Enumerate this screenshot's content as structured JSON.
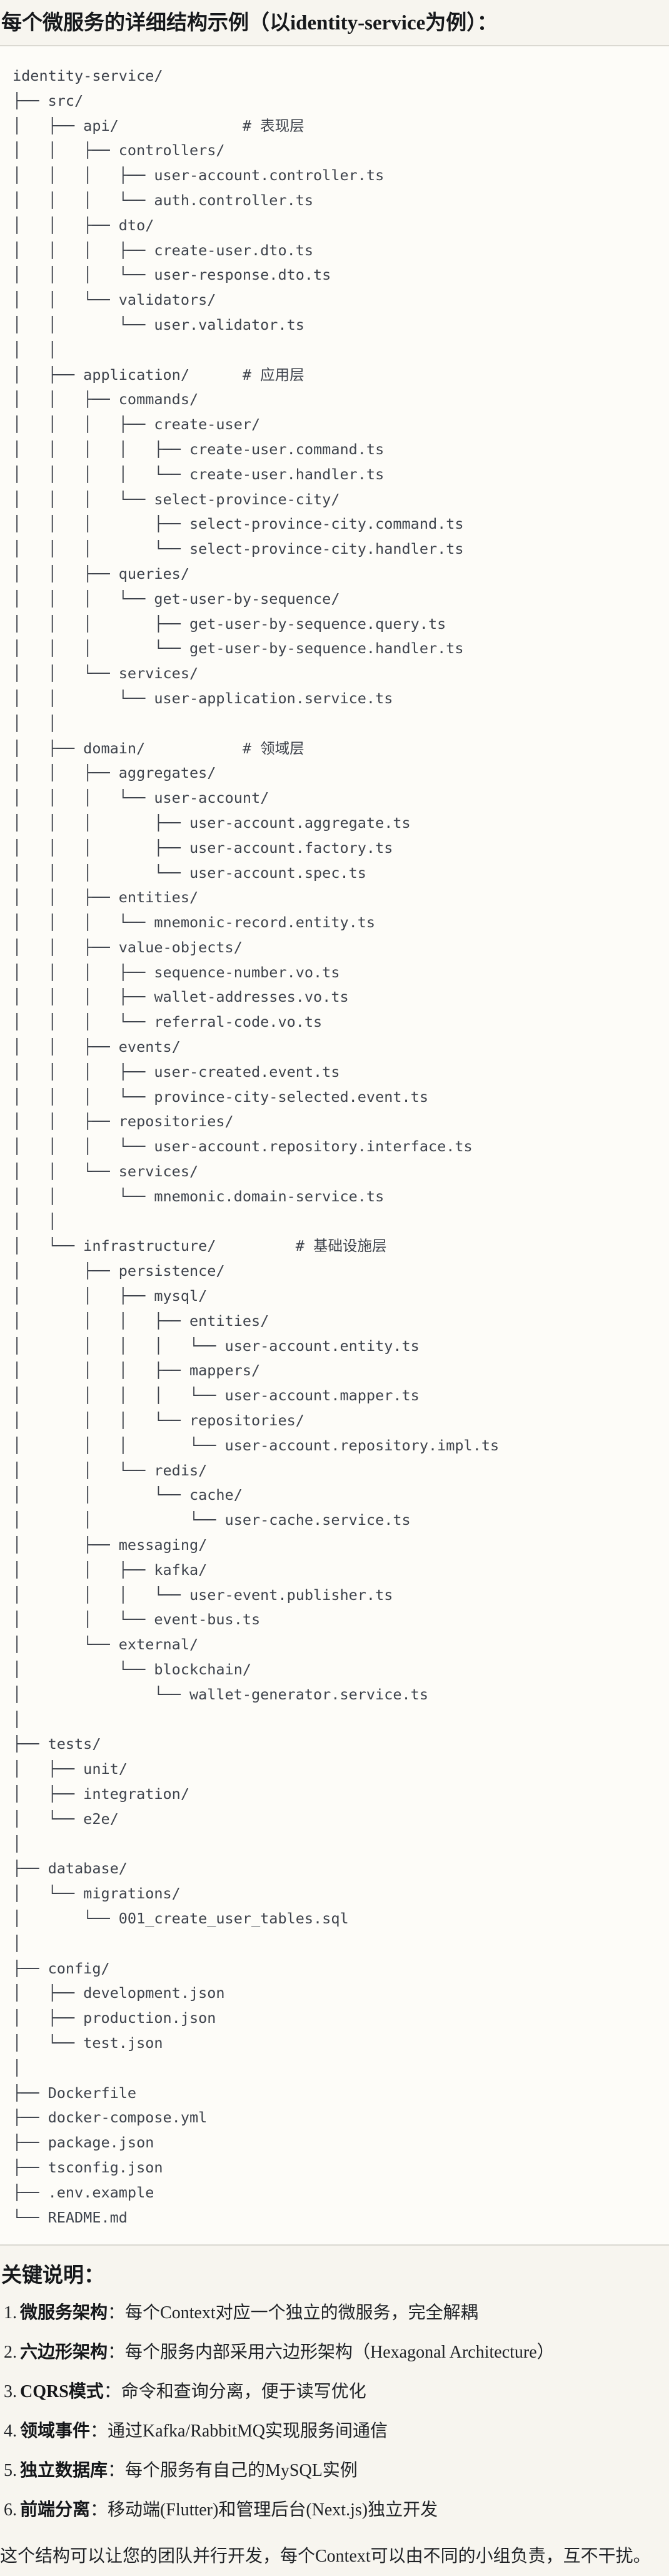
{
  "page": {
    "title": "每个微服务的详细结构示例（以identity-service为例）：",
    "notes_title": "关键说明：",
    "closing_note": "这个结构可以让您的团队并行开发，每个Context可以由不同的小组负责，互不干扰。"
  },
  "code_block": {
    "root": "identity-service/",
    "layer_comments": [
      "# 表现层",
      "# 应用层",
      "# 领域层",
      "# 基础设施层"
    ],
    "lines": [
      "identity-service/",
      "├── src/",
      "│   ├── api/              # 表现层",
      "│   │   ├── controllers/",
      "│   │   │   ├── user-account.controller.ts",
      "│   │   │   └── auth.controller.ts",
      "│   │   ├── dto/",
      "│   │   │   ├── create-user.dto.ts",
      "│   │   │   └── user-response.dto.ts",
      "│   │   └── validators/",
      "│   │       └── user.validator.ts",
      "│   │",
      "│   ├── application/      # 应用层",
      "│   │   ├── commands/",
      "│   │   │   ├── create-user/",
      "│   │   │   │   ├── create-user.command.ts",
      "│   │   │   │   └── create-user.handler.ts",
      "│   │   │   └── select-province-city/",
      "│   │   │       ├── select-province-city.command.ts",
      "│   │   │       └── select-province-city.handler.ts",
      "│   │   ├── queries/",
      "│   │   │   └── get-user-by-sequence/",
      "│   │   │       ├── get-user-by-sequence.query.ts",
      "│   │   │       └── get-user-by-sequence.handler.ts",
      "│   │   └── services/",
      "│   │       └── user-application.service.ts",
      "│   │",
      "│   ├── domain/           # 领域层",
      "│   │   ├── aggregates/",
      "│   │   │   └── user-account/",
      "│   │   │       ├── user-account.aggregate.ts",
      "│   │   │       ├── user-account.factory.ts",
      "│   │   │       └── user-account.spec.ts",
      "│   │   ├── entities/",
      "│   │   │   └── mnemonic-record.entity.ts",
      "│   │   ├── value-objects/",
      "│   │   │   ├── sequence-number.vo.ts",
      "│   │   │   ├── wallet-addresses.vo.ts",
      "│   │   │   └── referral-code.vo.ts",
      "│   │   ├── events/",
      "│   │   │   ├── user-created.event.ts",
      "│   │   │   └── province-city-selected.event.ts",
      "│   │   ├── repositories/",
      "│   │   │   └── user-account.repository.interface.ts",
      "│   │   └── services/",
      "│   │       └── mnemonic.domain-service.ts",
      "│   │",
      "│   └── infrastructure/         # 基础设施层",
      "│       ├── persistence/",
      "│       │   ├── mysql/",
      "│       │   │   ├── entities/",
      "│       │   │   │   └── user-account.entity.ts",
      "│       │   │   ├── mappers/",
      "│       │   │   │   └── user-account.mapper.ts",
      "│       │   │   └── repositories/",
      "│       │   │       └── user-account.repository.impl.ts",
      "│       │   └── redis/",
      "│       │       └── cache/",
      "│       │           └── user-cache.service.ts",
      "│       ├── messaging/",
      "│       │   ├── kafka/",
      "│       │   │   └── user-event.publisher.ts",
      "│       │   └── event-bus.ts",
      "│       └── external/",
      "│           └── blockchain/",
      "│               └── wallet-generator.service.ts",
      "│",
      "├── tests/",
      "│   ├── unit/",
      "│   ├── integration/",
      "│   └── e2e/",
      "│",
      "├── database/",
      "│   └── migrations/",
      "│       └── 001_create_user_tables.sql",
      "│",
      "├── config/",
      "│   ├── development.json",
      "│   ├── production.json",
      "│   └── test.json",
      "│",
      "├── Dockerfile",
      "├── docker-compose.yml",
      "├── package.json",
      "├── tsconfig.json",
      "├── .env.example",
      "└── README.md"
    ]
  },
  "notes": {
    "items": [
      {
        "num": "1.",
        "label": "微服务架构",
        "text": "：每个Context对应一个独立的微服务，完全解耦"
      },
      {
        "num": "2.",
        "label": "六边形架构",
        "text": "：每个服务内部采用六边形架构（Hexagonal Architecture）"
      },
      {
        "num": "3.",
        "label": "CQRS模式",
        "text": "：命令和查询分离，便于读写优化"
      },
      {
        "num": "4.",
        "label": "领域事件",
        "text": "：通过Kafka/RabbitMQ实现服务间通信"
      },
      {
        "num": "5.",
        "label": "独立数据库",
        "text": "：每个服务有自己的MySQL实例"
      },
      {
        "num": "6.",
        "label": "前端分离",
        "text": "：移动端(Flutter)和管理后台(Next.js)独立开发"
      }
    ]
  },
  "colors": {
    "page_bg": "#f7f5ef",
    "code_bg": "#fdfcf8",
    "border": "#dbd9d2",
    "tree_text": "#3e434c",
    "heading_text": "#16181b",
    "body_text": "#1f2226"
  }
}
